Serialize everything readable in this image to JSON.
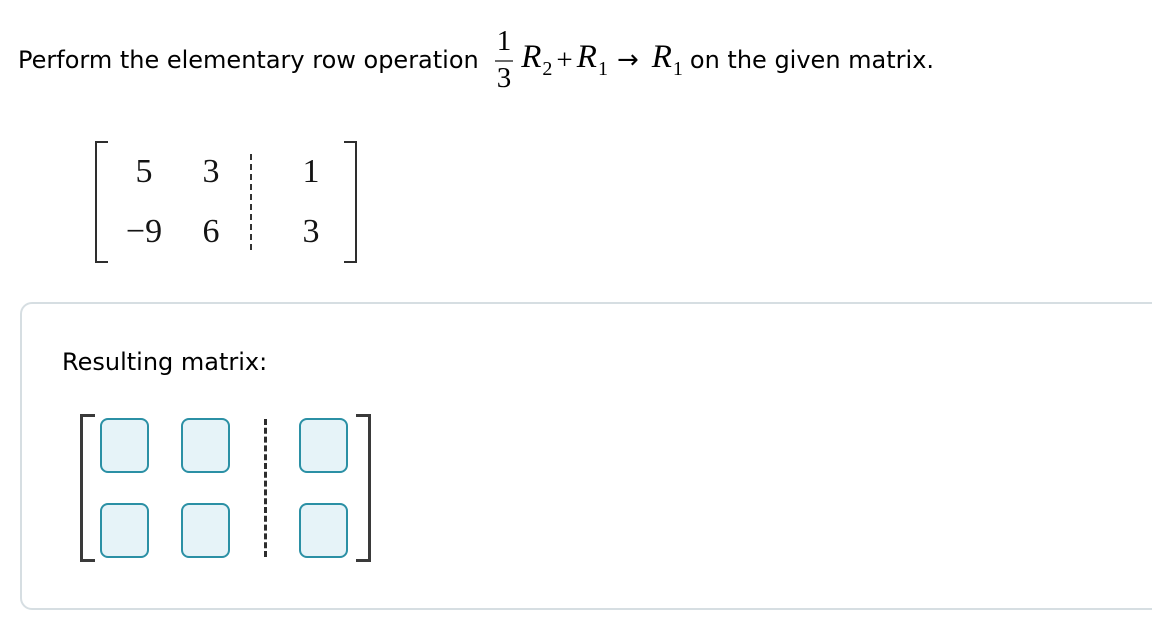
{
  "question": {
    "text_before": "Perform the elementary row operation",
    "fraction_numerator": "1",
    "fraction_denominator": "3",
    "term1_var": "R",
    "term1_sub": "2",
    "operator": "+",
    "term2_var": "R",
    "term2_sub": "1",
    "arrow": "→",
    "result_var": "R",
    "result_sub": "1",
    "text_after": "on the given matrix."
  },
  "given_matrix": {
    "augmented": true,
    "rows": [
      [
        "5",
        "3",
        "1"
      ],
      [
        "−9",
        "6",
        "3"
      ]
    ]
  },
  "answer_panel": {
    "label": "Resulting matrix:",
    "inputs": [
      [
        "",
        "",
        ""
      ],
      [
        "",
        "",
        ""
      ]
    ]
  },
  "colors": {
    "input_border": "#2b90a5",
    "input_fill": "#e6f3f8",
    "panel_border": "#d6dee2",
    "bracket": "#3a3a3a",
    "dash": "#2d2d2d"
  }
}
